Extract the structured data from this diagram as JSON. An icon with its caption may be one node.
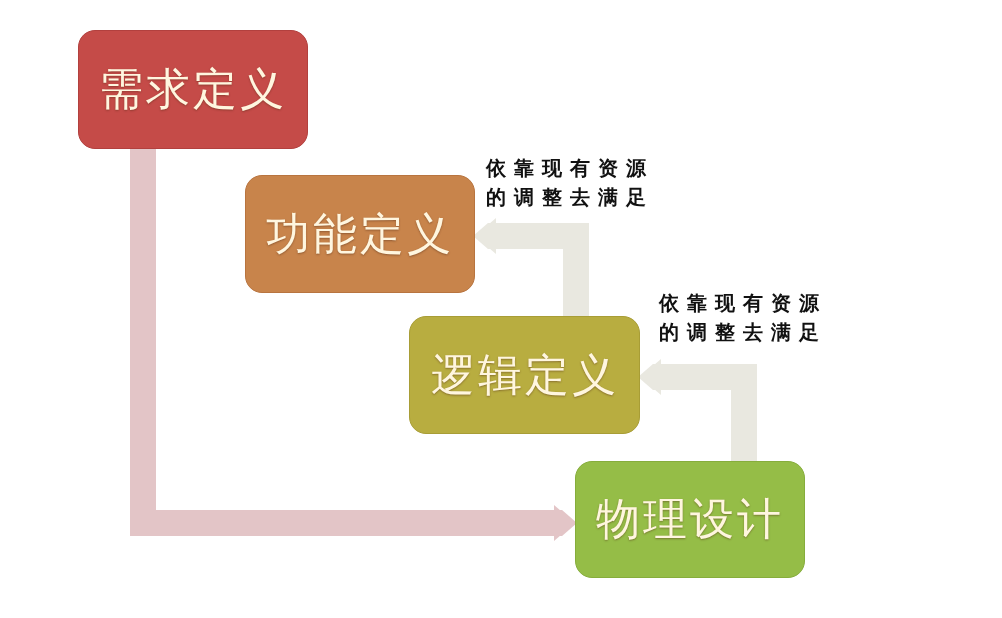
{
  "diagram": {
    "nodes": [
      {
        "text": [
          "需求定义"
        ]
      },
      {
        "text": [
          "功能定义"
        ]
      },
      {
        "text": [
          "逻辑定义"
        ]
      },
      {
        "text": [
          "物理设计"
        ]
      }
    ],
    "edges": [
      {
        "from": 0,
        "to": 3,
        "arrow": "to",
        "color": "#e3c5c7"
      },
      {
        "from": 2,
        "to": 1,
        "arrow": "to",
        "label": "依靠现有资源的调整去满足"
      },
      {
        "from": 3,
        "to": 2,
        "arrow": "to",
        "label": "依靠现有资源的调整去满足"
      }
    ]
  }
}
